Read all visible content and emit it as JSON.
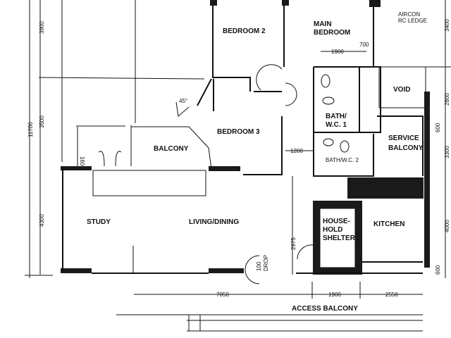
{
  "rooms": {
    "bedroom2": "BEDROOM 2",
    "main_bedroom_1": "MAIN",
    "main_bedroom_2": "BEDROOM",
    "aircon_1": "AIRCON",
    "aircon_2": "RC LEDGE",
    "void": "VOID",
    "bath1_1": "BATH/",
    "bath1_2": "W.C. 1",
    "bath2": "BATH/W.C. 2",
    "service_1": "SERVICE",
    "service_2": "BALCONY",
    "bedroom3": "BEDROOM 3",
    "balcony": "BALCONY",
    "study": "STUDY",
    "living": "LIVING/DINING",
    "shelter_1": "HOUSE-",
    "shelter_2": "HOLD",
    "shelter_3": "SHELTER",
    "kitchen": "KITCHEN",
    "drop_1": "100",
    "drop_2": "DROP",
    "access": "ACCESS BALCONY"
  },
  "dimensions": {
    "d3900": "3900",
    "d3500": "3500",
    "d11700": "11700",
    "d1600": "1600",
    "d4300": "4300",
    "d45": "45°",
    "d700": "700",
    "d1900top": "1900",
    "d1200": "1200",
    "d3400": "3400",
    "d2800": "2800",
    "d600a": "600",
    "d3300": "3300",
    "d4000": "4000",
    "d600b": "600",
    "d2975": "2975",
    "d7050": "7050",
    "d1900": "1900",
    "d2550": "2550"
  }
}
